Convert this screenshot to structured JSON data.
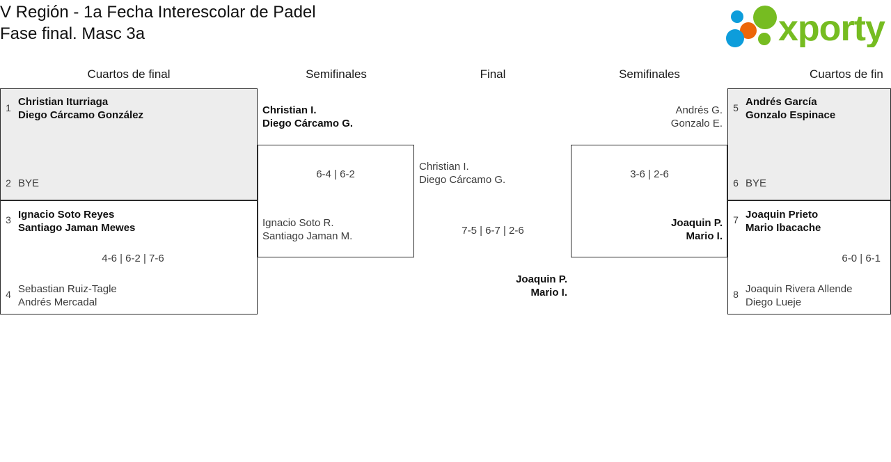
{
  "header": {
    "title": "V Región - 1a Fecha Interescolar de Padel\nFase final. Masc 3a",
    "logo_text": "xporty",
    "logo_colors": {
      "green": "#76bc21",
      "blue": "#0d9ddb",
      "orange": "#ec6608"
    }
  },
  "rounds": [
    {
      "label": "Cuartos de final",
      "side": "left"
    },
    {
      "label": "Semifinales",
      "side": "left"
    },
    {
      "label": "Final",
      "side": "center"
    },
    {
      "label": "Semifinales",
      "side": "right"
    },
    {
      "label": "Cuartos de fin",
      "side": "right"
    }
  ],
  "bracket": {
    "quarterfinals_left": [
      {
        "top": {
          "seed": "1",
          "names": "Christian Iturriaga\nDiego Cárcamo González",
          "winner": true
        },
        "bottom": {
          "seed": "2",
          "names": "BYE",
          "winner": false
        },
        "score": "",
        "shaded": true
      },
      {
        "top": {
          "seed": "3",
          "names": "Ignacio Soto Reyes\nSantiago Jaman Mewes",
          "winner": true
        },
        "bottom": {
          "seed": "4",
          "names": "Sebastian Ruiz-Tagle\nAndrés Mercadal",
          "winner": false
        },
        "score": "4-6 | 6-2 | 7-6",
        "shaded": false
      }
    ],
    "semifinal_left": {
      "top": {
        "names": "Christian I.\nDiego Cárcamo G.",
        "winner": true
      },
      "bottom": {
        "names": "Ignacio Soto R.\nSantiago Jaman M.",
        "winner": false
      },
      "score": "6-4 | 6-2"
    },
    "final": {
      "top": {
        "names": "Christian I.\nDiego Cárcamo G.",
        "winner": false
      },
      "bottom": {
        "names": "Joaquin P.\nMario I.",
        "winner": true
      },
      "score": "7-5 | 6-7 | 2-6"
    },
    "semifinal_right": {
      "top": {
        "names": "Andrés G.\nGonzalo E.",
        "winner": false
      },
      "bottom": {
        "names": "Joaquin P.\nMario I.",
        "winner": true
      },
      "score": "3-6 | 2-6"
    },
    "quarterfinals_right": [
      {
        "top": {
          "seed": "5",
          "names": "Andrés García\nGonzalo Espinace",
          "winner": true
        },
        "bottom": {
          "seed": "6",
          "names": "BYE",
          "winner": false
        },
        "score": "",
        "shaded": true
      },
      {
        "top": {
          "seed": "7",
          "names": "Joaquin Prieto\nMario Ibacache",
          "winner": true
        },
        "bottom": {
          "seed": "8",
          "names": "Joaquin Rivera Allende\nDiego Lueje",
          "winner": false
        },
        "score": "6-0 | 6-1",
        "shaded": false
      }
    ]
  }
}
